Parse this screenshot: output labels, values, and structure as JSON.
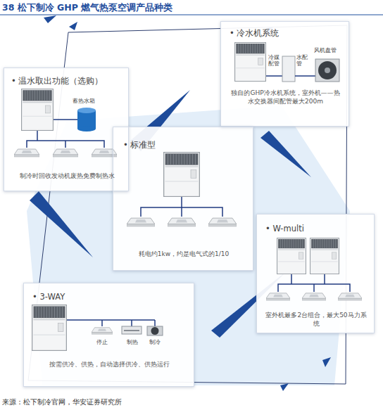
{
  "diagram": {
    "title": "38 松下制冷 GHP 燃气热泵空调产品种类",
    "caption": "来源：松下制冷官网，华安证券研究所",
    "nodes": [
      {
        "text": [
          "• 冷水机系统",
          "独自的GHP冷水机系统，室外机——热水交换器间配管最大200m"
        ]
      },
      {
        "text": [
          "• 温水取出功能（选购）",
          "制冷时回收发动机废热免费制热水"
        ]
      },
      {
        "text": [
          "• 标准型",
          "耗电约1kw，约是电气式的1/10"
        ]
      },
      {
        "text": [
          "• W-multi",
          "室外机最多2台组合，最大50马力系统"
        ]
      },
      {
        "text": [
          "• 3-WAY",
          "按需供冷、供热，自动选择供冷、供热运行"
        ]
      }
    ],
    "labels": [
      "冷媒配管",
      "水配管",
      "风机盘管",
      "蓄热水箱",
      "停止",
      "制热",
      "制冷"
    ]
  }
}
